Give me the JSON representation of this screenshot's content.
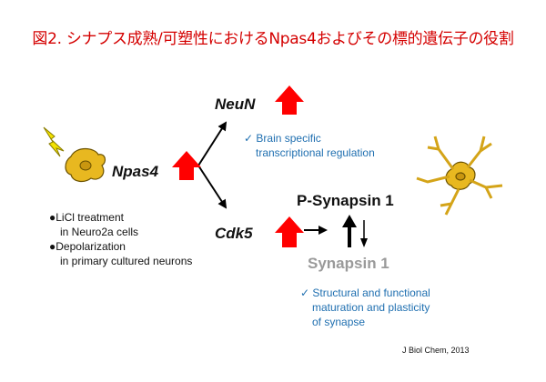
{
  "title": "図2. シナプス成熟/可塑性におけるNpas4およびその標的遺伝子の役割",
  "nodes": {
    "npas4": "Npas4",
    "neun": "NeuN",
    "cdk5": "Cdk5",
    "p_synapsin": "P-Synapsin 1",
    "synapsin": "Synapsin 1"
  },
  "notes": {
    "brain_line1": "Brain specific",
    "brain_line2": "transcriptional regulation",
    "syn_line1": "Structural and functional",
    "syn_line2": "maturation and plasticity",
    "syn_line3": "of synapse",
    "check": "✓"
  },
  "conditions": {
    "bullet": "●",
    "item1_line1": "LiCl treatment",
    "item1_line2": "in Neuro2a cells",
    "item2_line1": "Depolarization",
    "item2_line2": "in primary cultured neurons"
  },
  "citation": "J Biol Chem, 2013",
  "colors": {
    "title": "#d40000",
    "up_arrow": "#ff0000",
    "note_text": "#1f6fb0",
    "neuron_fill": "#e8b820",
    "synapsin_gray": "#9a9a9a",
    "lightning": "#f2e200"
  }
}
